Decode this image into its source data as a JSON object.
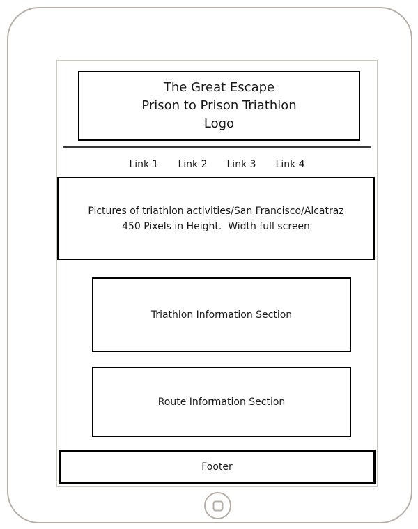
{
  "device": {
    "kind": "tablet mockup frame"
  },
  "wireframe": {
    "logo": {
      "lines": [
        "The Great Escape",
        "Prison to Prison Triathlon",
        "Logo"
      ]
    },
    "nav": {
      "links": [
        "Link 1",
        "Link 2",
        "Link 3",
        "Link 4"
      ]
    },
    "hero": {
      "line1": "Pictures of triathlon activities/San Francisco/Alcatraz",
      "line2": "450 Pixels in Height.  Width full screen"
    },
    "sections": [
      {
        "label": "Triathlon Information Section"
      },
      {
        "label": "Route Information Section"
      }
    ],
    "footer": {
      "label": "Footer"
    }
  },
  "colors": {
    "box_border": "#000000",
    "divider": "#383838",
    "frame_border": "#b5aea7",
    "screen_border": "#ccc8c2",
    "text": "#1a1a1a",
    "background": "#ffffff"
  }
}
